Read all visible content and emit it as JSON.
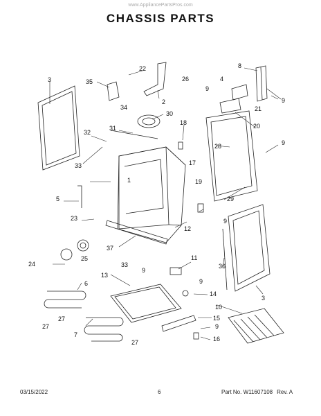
{
  "header": {
    "watermark": "www.AppliancePartsPros.com",
    "title": "CHASSIS PARTS"
  },
  "callouts": [
    "1",
    "2",
    "3",
    "3",
    "4",
    "5",
    "6",
    "7",
    "8",
    "9",
    "9",
    "9",
    "9",
    "9",
    "9",
    "9",
    "10",
    "11",
    "12",
    "13",
    "14",
    "15",
    "16",
    "17",
    "18",
    "19",
    "20",
    "21",
    "22",
    "23",
    "24",
    "25",
    "26",
    "27",
    "27",
    "27",
    "28",
    "29",
    "30",
    "31",
    "32",
    "33",
    "33",
    "34",
    "35",
    "36",
    "37"
  ],
  "footer": {
    "date": "03/15/2022",
    "page": "6",
    "part_number": "Part No. W11607108",
    "revision": "Rev. A"
  }
}
